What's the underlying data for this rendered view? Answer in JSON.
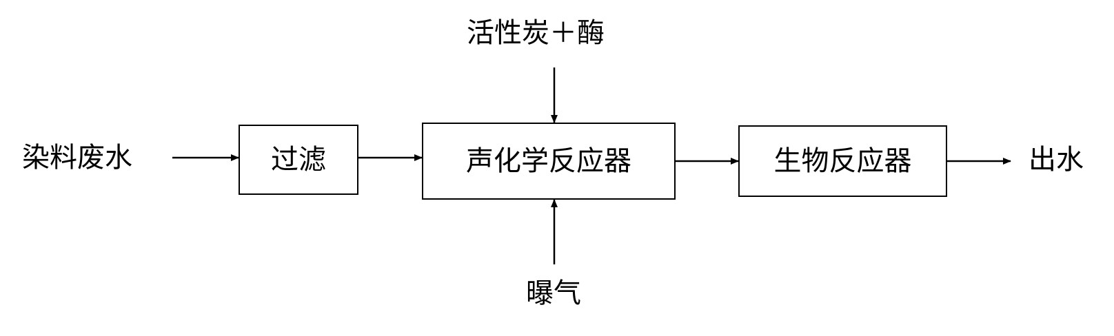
{
  "diagram": {
    "inputs": {
      "wastewater": "染料废水",
      "additive": "活性炭＋酶",
      "aeration": "曝气"
    },
    "nodes": {
      "filtration": "过滤",
      "sonochemical_reactor": "声化学反应器",
      "bio_reactor": "生物反应器"
    },
    "output": "出水"
  },
  "colors": {
    "line": "#000000",
    "box_border": "#000000",
    "background": "#ffffff"
  }
}
